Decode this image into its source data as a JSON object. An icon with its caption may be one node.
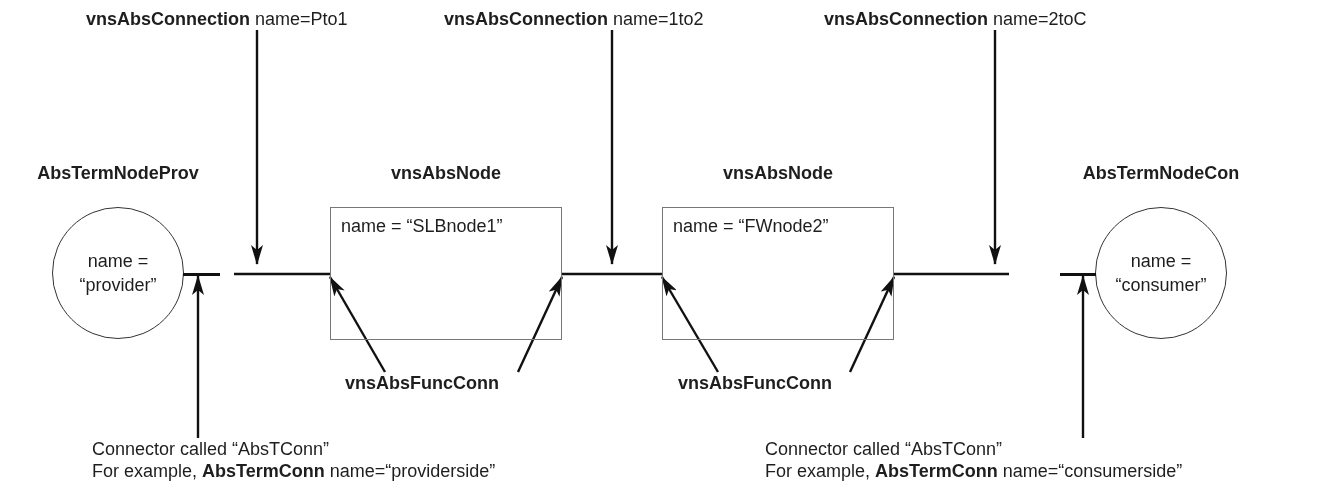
{
  "diagram": {
    "nodes": [
      {
        "text": [
          "**vnsAbsConnection** name=Pto1"
        ]
      },
      {
        "text": [
          "**vnsAbsConnection** name=1to2"
        ]
      },
      {
        "text": [
          "**vnsAbsConnection** name=2toC"
        ]
      },
      {
        "text": [
          "AbsTermNodeProv",
          "name = “provider”"
        ]
      },
      {
        "text": [
          "vnsAbsNode",
          "name = “SLBnode1”"
        ]
      },
      {
        "text": [
          "vnsAbsNode",
          "name = “FWnode2”"
        ]
      },
      {
        "text": [
          "AbsTermNodeCon",
          "name = “consumer”"
        ]
      },
      {
        "text": [
          "vnsAbsFuncConn"
        ]
      },
      {
        "text": [
          "vnsAbsFuncConn"
        ]
      },
      {
        "text": [
          "Connector called “AbsTConn”",
          "For example, **AbsTermConn** name=“providerside”"
        ]
      },
      {
        "text": [
          "Connector called “AbsTConn”",
          "For example, **AbsTermConn** name=“consumerside”"
        ]
      },
      {
        "text": [],
        "shape": "bar"
      },
      {
        "text": [],
        "shape": "bar"
      }
    ],
    "edges": [
      {
        "from": 11,
        "to": 4,
        "arrow": "none"
      },
      {
        "from": 4,
        "to": 5,
        "arrow": "none"
      },
      {
        "from": 5,
        "to": null,
        "arrow": "none"
      },
      {
        "from": 0,
        "to": null,
        "arrow": "to"
      },
      {
        "from": 1,
        "to": null,
        "arrow": "to"
      },
      {
        "from": 2,
        "to": null,
        "arrow": "to"
      },
      {
        "from": 7,
        "to": 4,
        "arrow": "to"
      },
      {
        "from": 7,
        "to": 4,
        "arrow": "to"
      },
      {
        "from": 8,
        "to": 5,
        "arrow": "to"
      },
      {
        "from": 8,
        "to": 5,
        "arrow": "to"
      },
      {
        "from": 9,
        "to": 11,
        "arrow": "to"
      },
      {
        "from": 10,
        "to": 12,
        "arrow": "to"
      }
    ]
  }
}
